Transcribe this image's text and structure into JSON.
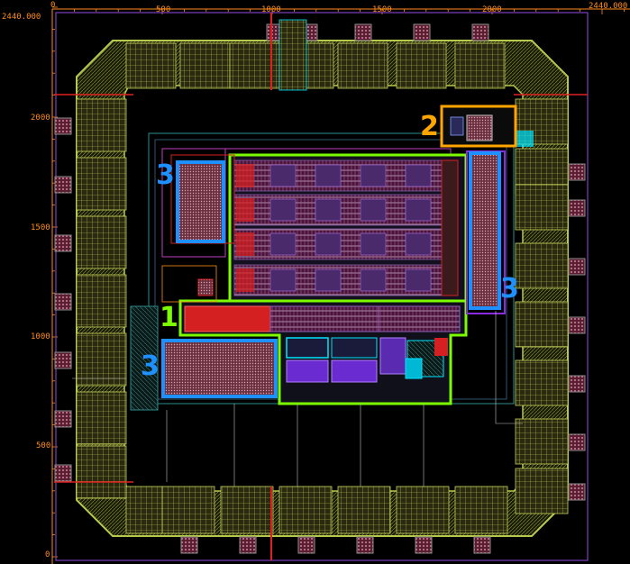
{
  "window": {
    "title": ""
  },
  "rulers": {
    "corner_top_left": "2440.000",
    "corner_top_right": "2440.000",
    "top_ticks": [
      "0",
      "500",
      "1000",
      "1500",
      "2000"
    ],
    "left_ticks": [
      "2000",
      "1500",
      "1000",
      "500",
      "0"
    ]
  },
  "annotations": [
    {
      "label": "1",
      "color": "#7cfc00"
    },
    {
      "label": "2",
      "color": "#ffa500"
    },
    {
      "label": "3",
      "color": "#1e90ff"
    },
    {
      "label": "3",
      "color": "#1e90ff"
    },
    {
      "label": "3",
      "color": "#1e90ff"
    }
  ],
  "colors": {
    "background": "#000000",
    "ruler_text": "#ff8c1a",
    "pad_ring": "#b7c94a",
    "block_outline_green": "#7cfc00",
    "block_outline_orange": "#ffa500",
    "block_outline_blue": "#1e90ff",
    "core_metal": "#8a2be2",
    "red_block": "#d42020"
  },
  "icons": {
    "pad": "bond-pad-icon",
    "corner": "corner-cell-icon"
  }
}
